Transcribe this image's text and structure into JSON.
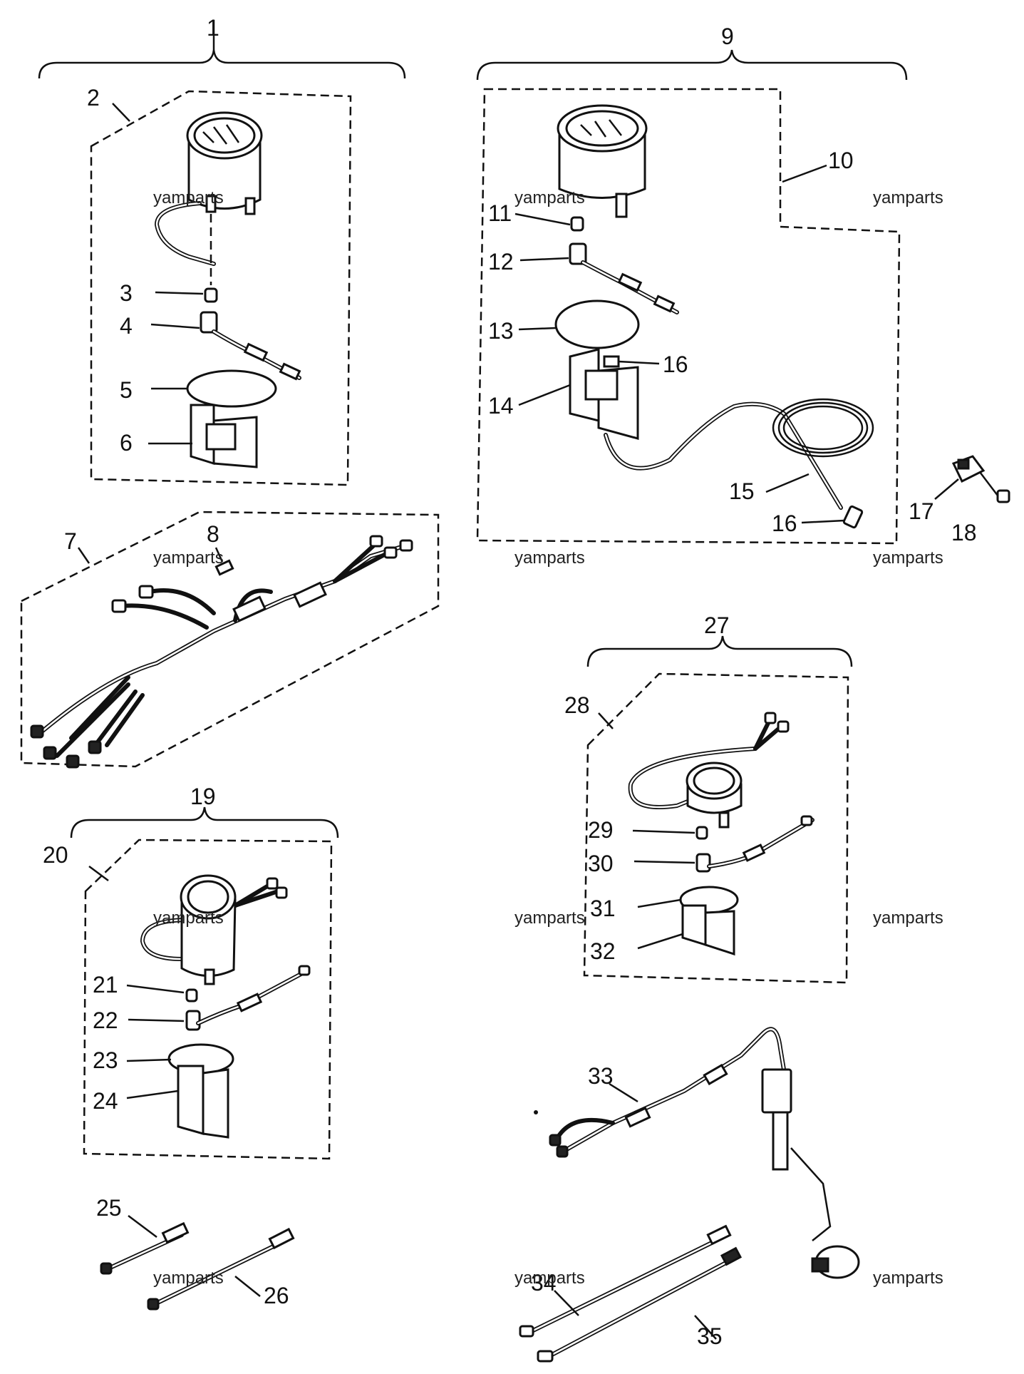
{
  "diagram": {
    "watermark": "yamparts",
    "callouts": {
      "c1": "1",
      "c2": "2",
      "c3": "3",
      "c4": "4",
      "c5": "5",
      "c6": "6",
      "c7": "7",
      "c8": "8",
      "c9": "9",
      "c10": "10",
      "c11": "11",
      "c12": "12",
      "c13": "13",
      "c14": "14",
      "c15": "15",
      "c16a": "16",
      "c16b": "16",
      "c17": "17",
      "c18": "18",
      "c19": "19",
      "c20": "20",
      "c21": "21",
      "c22": "22",
      "c23": "23",
      "c24": "24",
      "c25": "25",
      "c26": "26",
      "c27": "27",
      "c28": "28",
      "c29": "29",
      "c30": "30",
      "c31": "31",
      "c32": "32",
      "c33": "33",
      "c34": "34",
      "c35": "35"
    }
  }
}
